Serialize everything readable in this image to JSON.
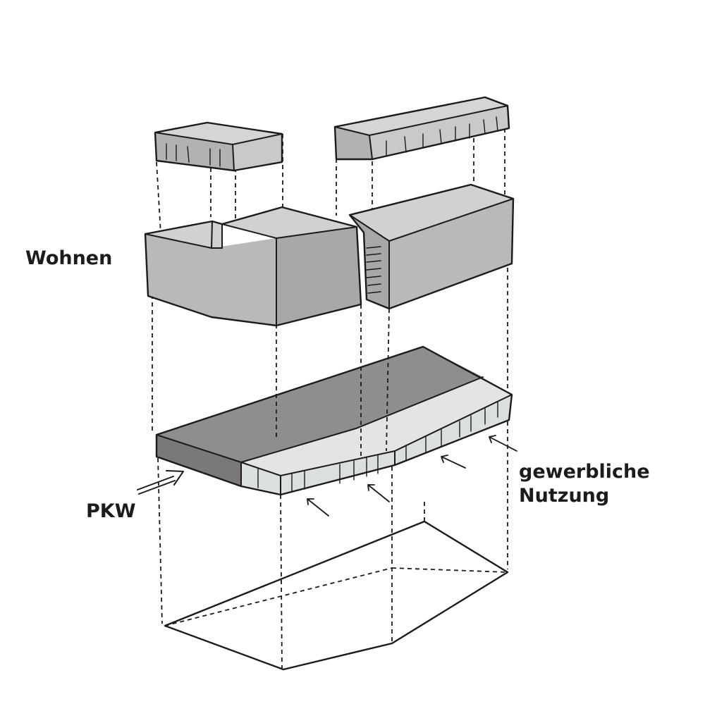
{
  "labels": {
    "wohnen": "Wohnen",
    "pkw": "PKW",
    "gewerbe_line1": "gewerbliche",
    "gewerbe_line2": "Nutzung"
  },
  "colors": {
    "ink": "#1b1b1b",
    "roof_top": "#d6d4d4",
    "roof_side": "#b3b1b1",
    "block_top": "#d2d0d0",
    "block_front": "#bab8b8",
    "block_side": "#a9a7a7",
    "parking_top": "#8f8d8e",
    "parking_front": "#7a7879",
    "commercial_top": "#e2e4e5",
    "commercial_front": "#dcdfe0",
    "background": "#ffffff"
  }
}
